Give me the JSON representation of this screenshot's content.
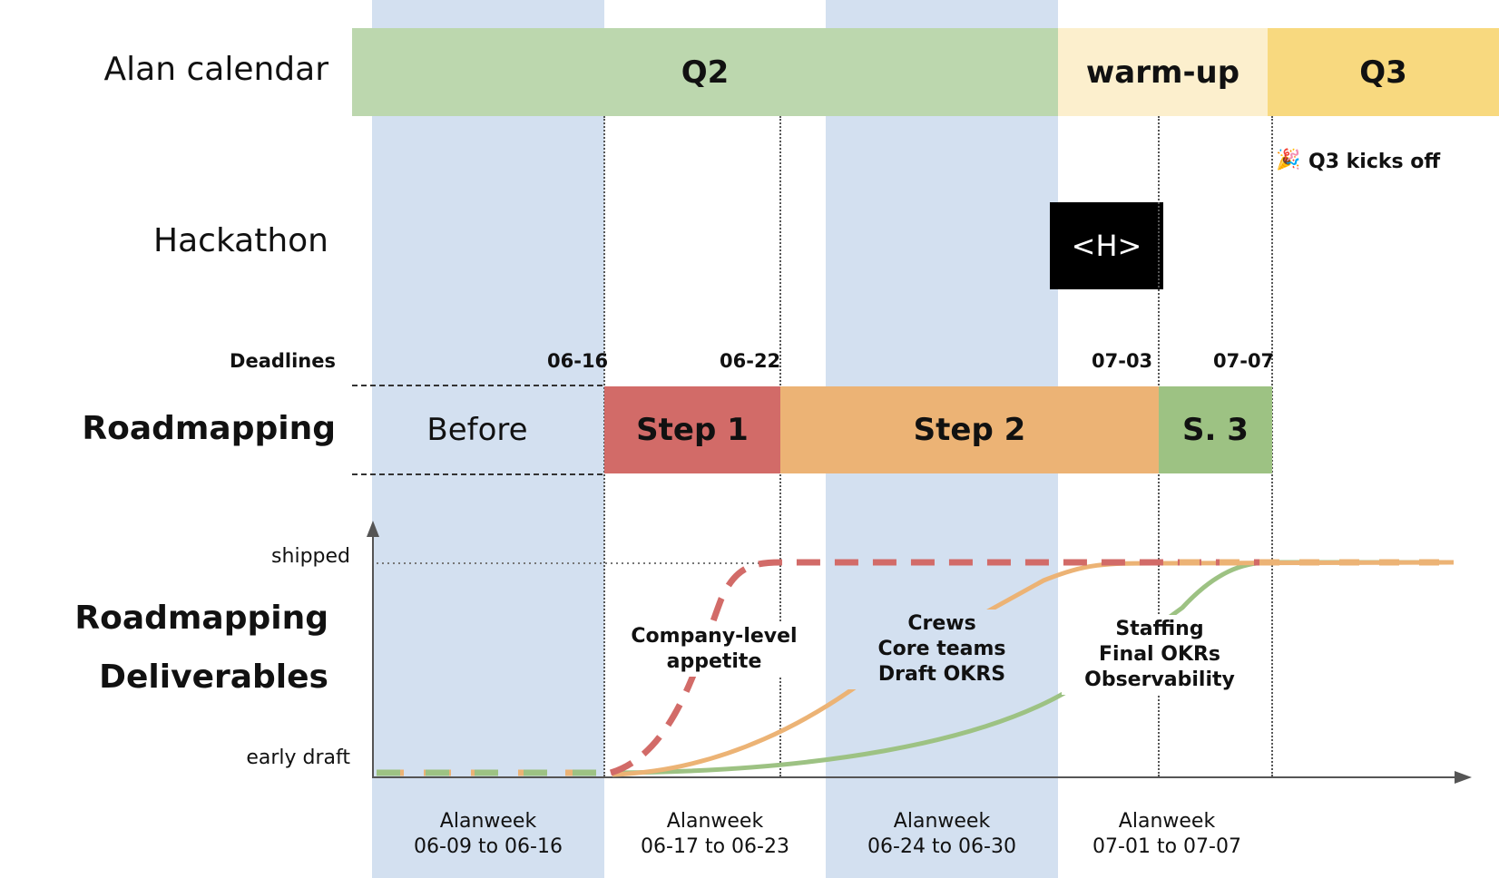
{
  "rows": {
    "calendar": "Alan calendar",
    "hackathon": "Hackathon",
    "deadlines": "Deadlines",
    "roadmapping": "Roadmapping",
    "deliverables_line1": "Roadmapping",
    "deliverables_line2": "Deliverables"
  },
  "calendar": {
    "q2": "Q2",
    "warmup": "warm-up",
    "q3": "Q3",
    "q3_kickoff": "Q3 kicks off",
    "colors": {
      "q2": "#bcd7ae",
      "warmup": "#fcefcd",
      "q3": "#f8d97f"
    }
  },
  "hackathon": {
    "label": "<H>"
  },
  "deadlines": [
    "06-16",
    "06-22",
    "07-03",
    "07-07"
  ],
  "roadmapping": {
    "before": "Before",
    "step1": "Step 1",
    "step2": "Step 2",
    "step3": "S. 3",
    "colors": {
      "step1": "#d26b68",
      "step2": "#ecb375",
      "step3": "#9dc283"
    }
  },
  "axis": {
    "top": "shipped",
    "bottom": "early draft"
  },
  "deliverables": {
    "step1": [
      "Company-level",
      "appetite"
    ],
    "step2": [
      "Crews",
      "Core teams",
      "Draft OKRS"
    ],
    "step3": [
      "Staffing",
      "Final OKRs",
      "Observability"
    ]
  },
  "weeks": [
    {
      "name": "Alanweek",
      "range": "06-09 to 06-16"
    },
    {
      "name": "Alanweek",
      "range": "06-17 to 06-23"
    },
    {
      "name": "Alanweek",
      "range": "06-24 to 06-30"
    },
    {
      "name": "Alanweek",
      "range": "07-01 to 07-07"
    }
  ],
  "colors": {
    "week_band": "#d3e0f0",
    "red_line": "#d26b68",
    "orange_line": "#ecb375",
    "green_line": "#9dc283"
  }
}
